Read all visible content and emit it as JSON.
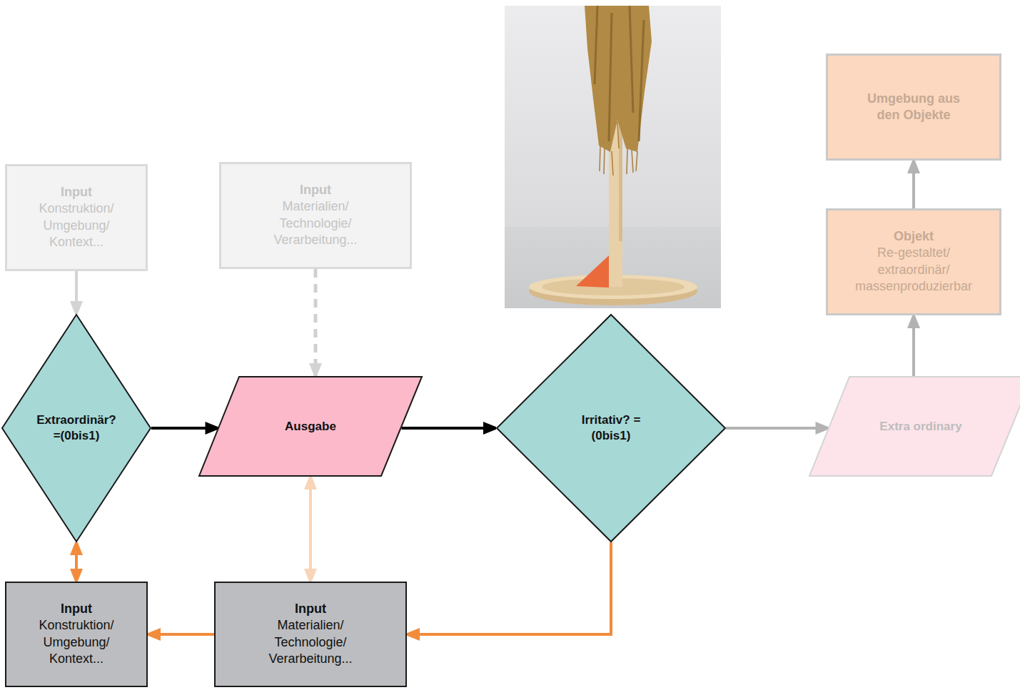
{
  "diagram": {
    "nodes": [
      {
        "text": [
          "Input",
          "Konstruktion/ Umgebung/ Kontext..."
        ]
      },
      {
        "text": [
          "Input",
          "Materialien/ Technologie/ Verarbeitung..."
        ]
      },
      {
        "text": [
          "Umgebung aus den Objekte"
        ]
      },
      {
        "text": [
          "Objekt",
          "Re-gestaltet/ extraordinär/ massenproduzierbar"
        ]
      },
      {
        "text": [
          "Extraordinär? =(0bis1)"
        ]
      },
      {
        "text": [
          "Ausgabe"
        ]
      },
      {
        "text": [
          "Irritativ? =(0bis1)"
        ]
      },
      {
        "text": [
          "Extra ordinary"
        ]
      },
      {
        "text": [
          "Input",
          "Konstruktion/ Umgebung/ Kontext..."
        ]
      },
      {
        "text": [
          "Input",
          "Materialien/ Technologie/ Verarbeitung..."
        ]
      }
    ],
    "edges": [
      {
        "from": 0,
        "to": 4,
        "arrow": "to"
      },
      {
        "from": 1,
        "to": 5,
        "arrow": "to"
      },
      {
        "from": 4,
        "to": 5,
        "arrow": "to"
      },
      {
        "from": 5,
        "to": 6,
        "arrow": "to"
      },
      {
        "from": 6,
        "to": 7,
        "arrow": "to"
      },
      {
        "from": 7,
        "to": 3,
        "arrow": "to"
      },
      {
        "from": 3,
        "to": 2,
        "arrow": "to"
      },
      {
        "from": 6,
        "to": 9,
        "arrow": "to"
      },
      {
        "from": 9,
        "to": 8,
        "arrow": "to"
      },
      {
        "from": 8,
        "to": 4,
        "arrow": "both"
      },
      {
        "from": 5,
        "to": 9,
        "arrow": "both"
      }
    ]
  }
}
